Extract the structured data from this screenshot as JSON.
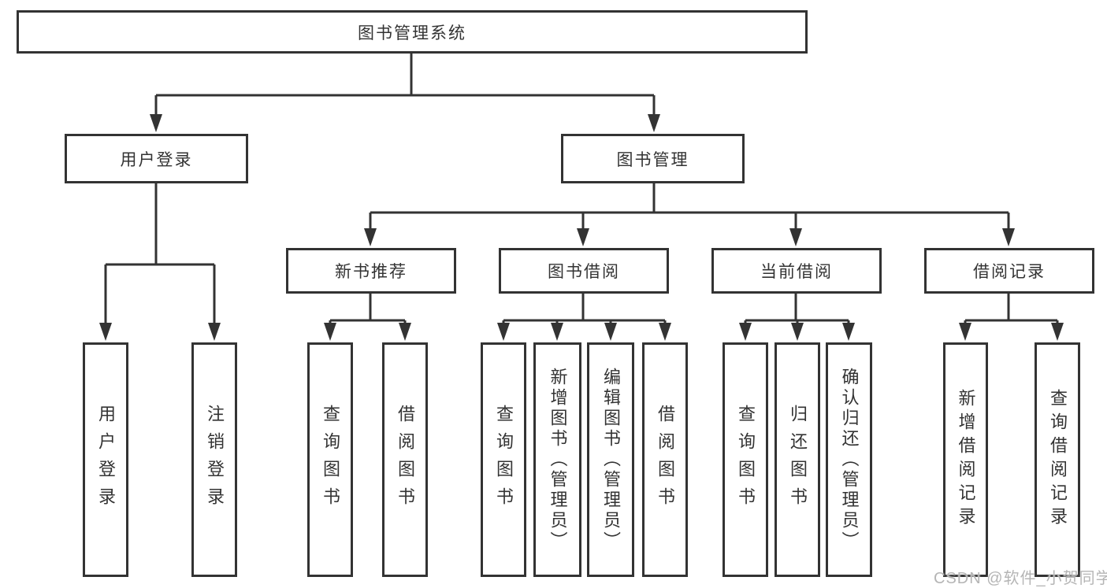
{
  "diagram": {
    "root": {
      "label": "图书管理系统"
    },
    "children": [
      {
        "label": "用户登录",
        "children": [
          {
            "label": "用户登录"
          },
          {
            "label": "注销登录"
          }
        ]
      },
      {
        "label": "图书管理",
        "children": [
          {
            "label": "新书推荐",
            "children": [
              {
                "label": "查询图书"
              },
              {
                "label": "借阅图书"
              }
            ]
          },
          {
            "label": "图书借阅",
            "children": [
              {
                "label": "查询图书"
              },
              {
                "label": "新增图书（管理员）"
              },
              {
                "label": "编辑图书（管理员）"
              },
              {
                "label": "借阅图书"
              }
            ]
          },
          {
            "label": "当前借阅",
            "children": [
              {
                "label": "查询图书"
              },
              {
                "label": "归还图书"
              },
              {
                "label": "确认归还（管理员）"
              }
            ]
          },
          {
            "label": "借阅记录",
            "children": [
              {
                "label": "新增借阅记录"
              },
              {
                "label": "查询借阅记录"
              }
            ]
          }
        ]
      }
    ]
  },
  "watermark": {
    "text": "CSDN @软件_小贺同学"
  },
  "colors": {
    "line": "#333333",
    "text": "#333333",
    "box_bg": "#ffffff",
    "background": "#ffffff",
    "watermark": "#b5b5b5"
  }
}
